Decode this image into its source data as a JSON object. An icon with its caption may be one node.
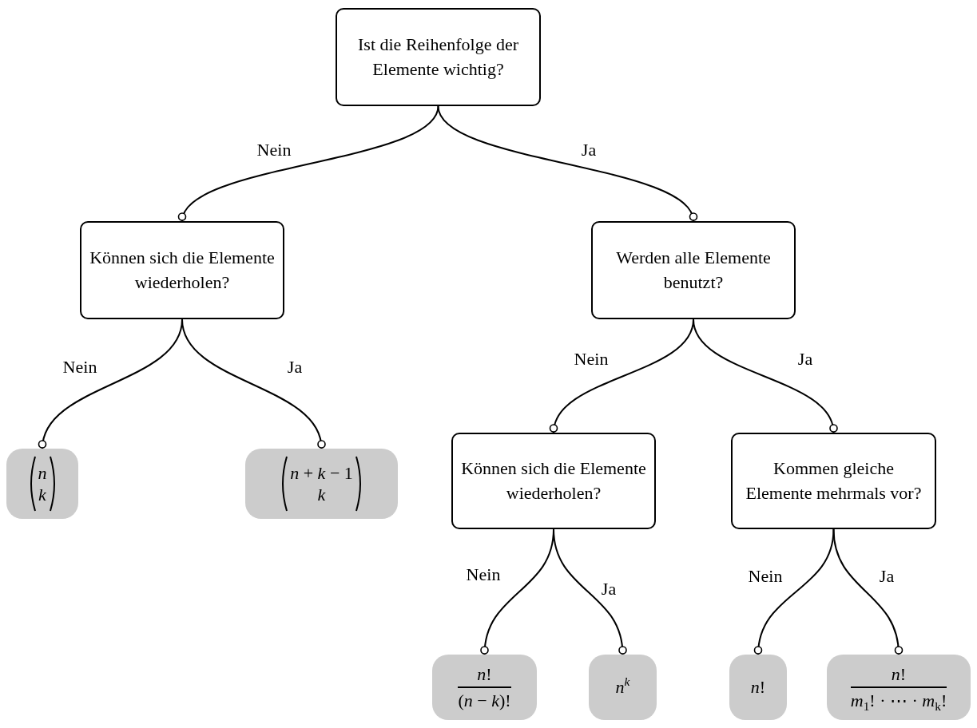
{
  "diagram": {
    "nodes": [
      {
        "text": [
          "Ist die Reihenfolge der Elemente wichtig?"
        ]
      },
      {
        "text": [
          "Können sich die Elemente wiederholen?"
        ]
      },
      {
        "text": [
          "Werden alle Elemente benutzt?"
        ]
      },
      {
        "text": [
          "*n*",
          "*k*"
        ]
      },
      {
        "text": [
          "*n* + *k* − 1",
          "*k*"
        ]
      },
      {
        "text": [
          "Können sich die Elemente wiederholen?"
        ]
      },
      {
        "text": [
          "Kommen gleiche Elemente mehrmals vor?"
        ]
      },
      {
        "text": [
          "*n*!",
          "(*n* − *k*)!"
        ]
      },
      {
        "text": [
          "*n*$^{k}$"
        ]
      },
      {
        "text": [
          "*n*!"
        ]
      },
      {
        "text": [
          "*n*!",
          "*m*$_{1}$! · ⋯ · *m*$_{k}$!"
        ]
      }
    ],
    "edges": [
      {
        "from": 0,
        "to": 1,
        "arrow": "other",
        "label": "Nein"
      },
      {
        "from": 0,
        "to": 2,
        "arrow": "other",
        "label": "Ja"
      },
      {
        "from": 1,
        "to": 3,
        "arrow": "other",
        "label": "Nein"
      },
      {
        "from": 1,
        "to": 4,
        "arrow": "other",
        "label": "Ja"
      },
      {
        "from": 2,
        "to": 5,
        "arrow": "other",
        "label": "Nein"
      },
      {
        "from": 2,
        "to": 6,
        "arrow": "other",
        "label": "Ja"
      },
      {
        "from": 5,
        "to": 7,
        "arrow": "other",
        "label": "Nein"
      },
      {
        "from": 5,
        "to": 8,
        "arrow": "other",
        "label": "Ja"
      },
      {
        "from": 6,
        "to": 9,
        "arrow": "other",
        "label": "Nein"
      },
      {
        "from": 6,
        "to": 10,
        "arrow": "other",
        "label": "Ja"
      }
    ]
  }
}
